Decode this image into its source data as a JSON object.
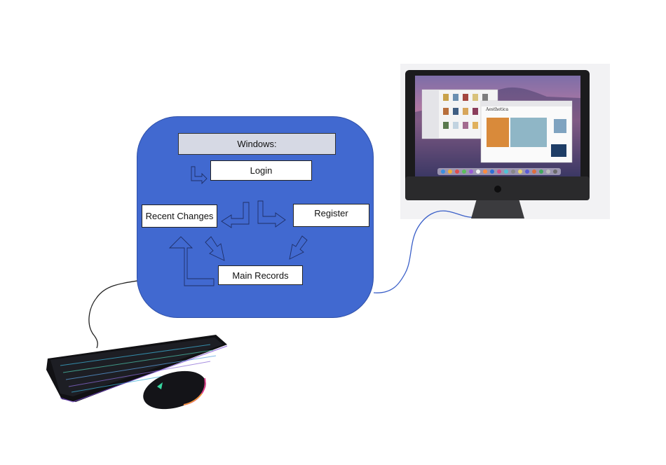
{
  "diagram": {
    "title": "Windows:",
    "nodes": {
      "login": "Login",
      "recent_changes": "Recent Changes",
      "register": "Register",
      "main_records": "Main Records"
    }
  },
  "monitor_screen": {
    "window_title": "Aesthetica"
  },
  "colors": {
    "panel": "#4169d0",
    "title_box": "#d6d9e4",
    "cable_blue": "#3a5fc8",
    "cable_black": "#222222"
  }
}
